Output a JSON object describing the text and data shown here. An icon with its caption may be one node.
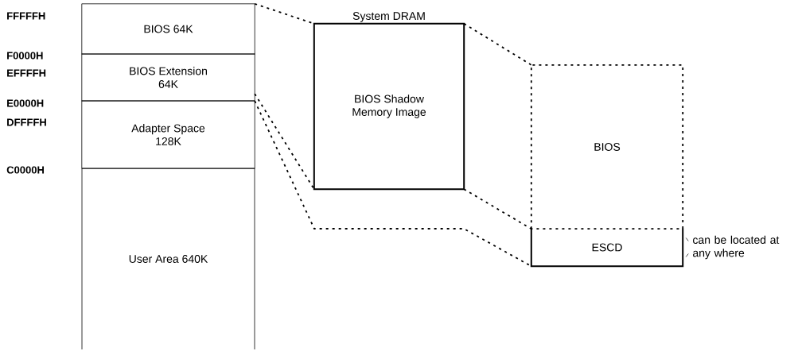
{
  "diagram": {
    "nodes": [
      {
        "text": [
          "BIOS 64K"
        ]
      },
      {
        "text": [
          "BIOS Extension 64K"
        ]
      },
      {
        "text": [
          "Adapter Space 128K"
        ]
      },
      {
        "text": [
          "User Area 640K"
        ]
      },
      {
        "text": [
          "System DRAM",
          "BIOS Shadow Memory Image"
        ]
      },
      {
        "text": [
          "BIOS"
        ]
      },
      {
        "text": [
          "ESCD"
        ],
        "beside": [
          "can be located at any where"
        ]
      }
    ],
    "edges": [
      {
        "from": 0,
        "to": 4,
        "arrow": "none",
        "style": "dashed"
      },
      {
        "from": 1,
        "to": 4,
        "arrow": "none",
        "style": "dashed"
      },
      {
        "from": 4,
        "to": 5,
        "arrow": "none",
        "style": "dashed"
      },
      {
        "from": 4,
        "to": 5,
        "arrow": "none",
        "style": "dashed"
      },
      {
        "from": 1,
        "to": 6,
        "arrow": "none",
        "style": "dashed"
      }
    ],
    "labels": [
      "FFFFFH",
      "F0000H",
      "EFFFFH",
      "E0000H",
      "DFFFFH",
      "C0000H"
    ]
  }
}
